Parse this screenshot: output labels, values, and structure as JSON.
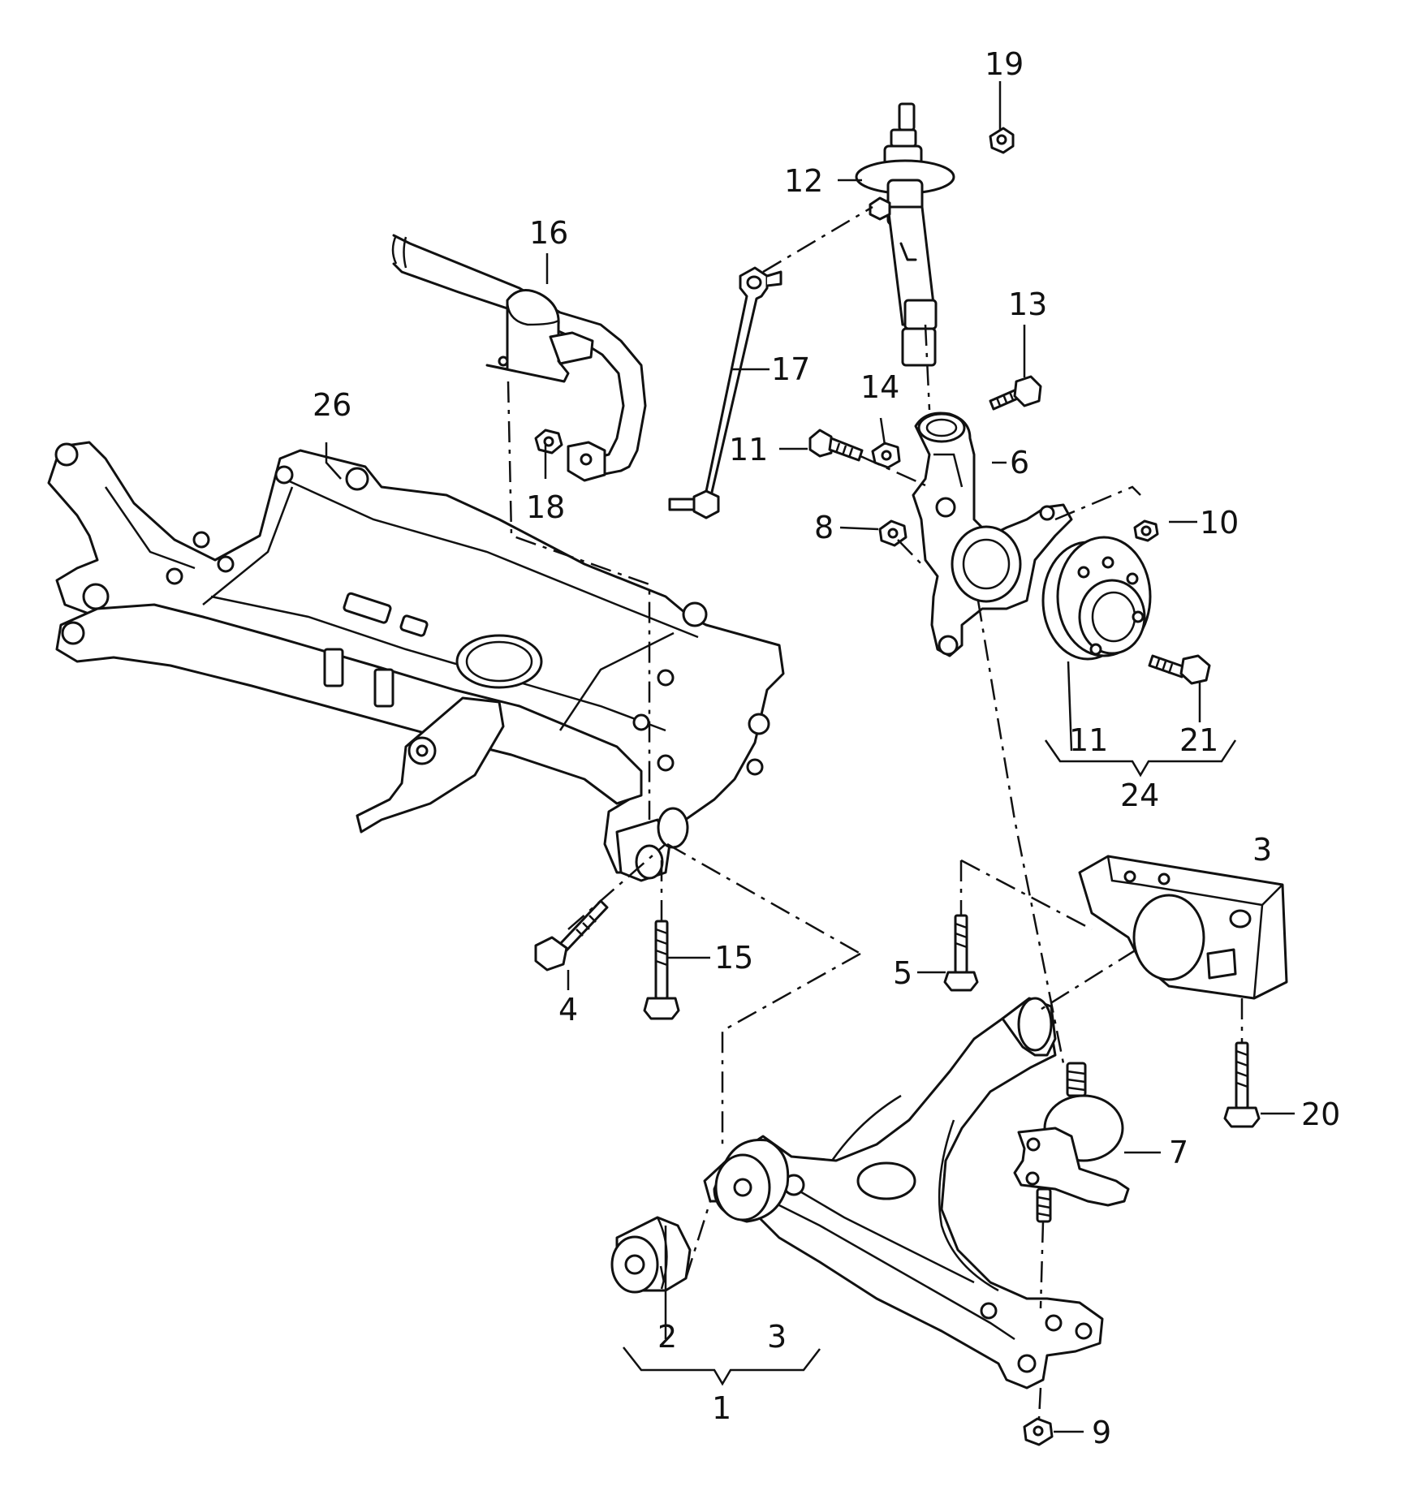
{
  "callouts": {
    "c1": "1",
    "c2": "2",
    "c3a": "3",
    "c3b": "3",
    "c4": "4",
    "c5": "5",
    "c6": "6",
    "c7": "7",
    "c8": "8",
    "c9": "9",
    "c10": "10",
    "c11a": "11",
    "c11b": "11",
    "c12": "12",
    "c13": "13",
    "c14": "14",
    "c15": "15",
    "c16": "16",
    "c17": "17",
    "c18": "18",
    "c19": "19",
    "c20": "20",
    "c21": "21",
    "c24": "24",
    "c26": "26"
  }
}
